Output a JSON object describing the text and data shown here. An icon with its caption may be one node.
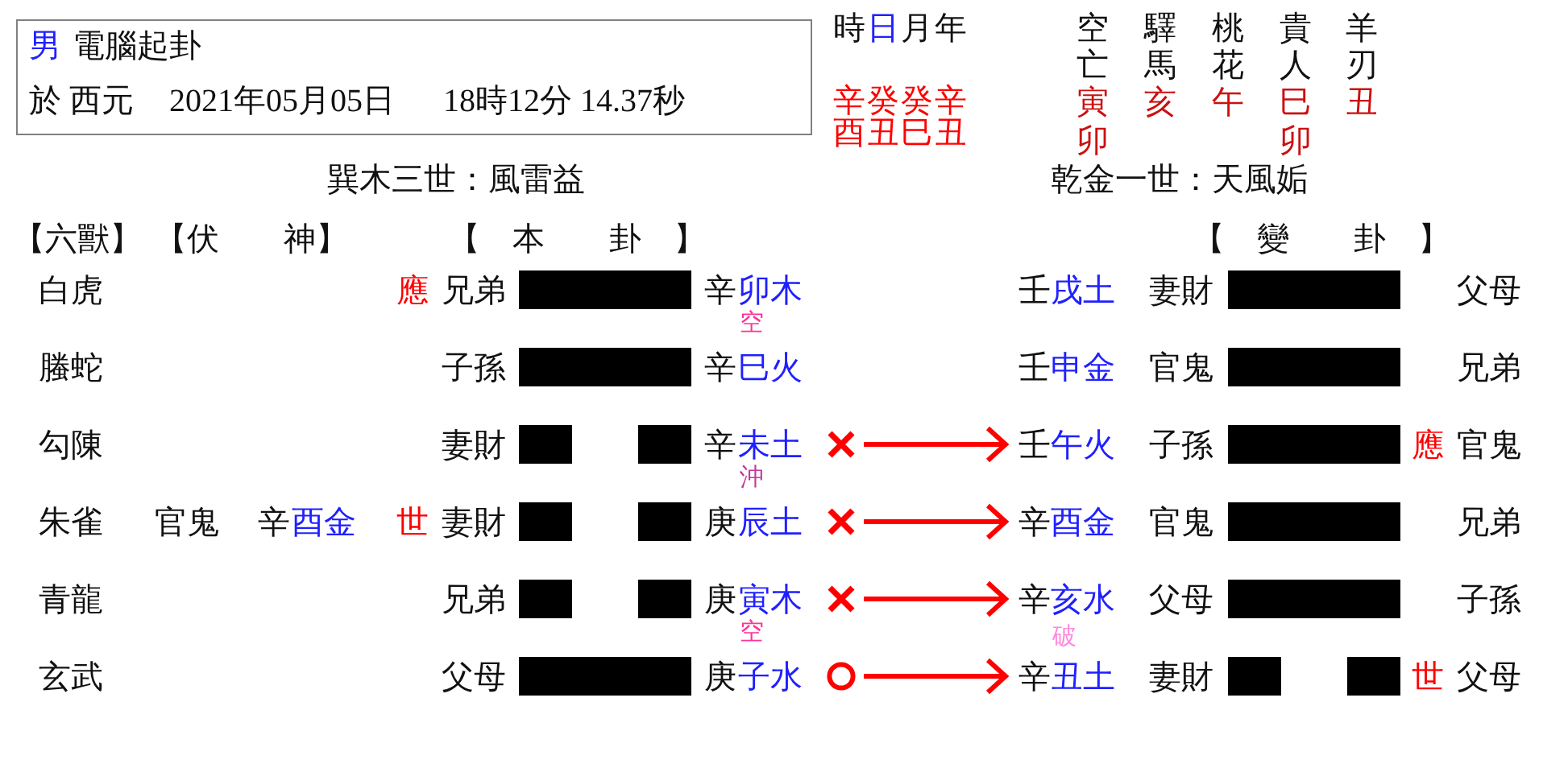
{
  "diagram": {
    "nodes": [
      {
        "text": [
          "男",
          "電腦起卦",
          "於 西元",
          "2021年05月05日",
          "18時12分 14.37秒"
        ]
      },
      {
        "text": [],
        "shape": "cross"
      },
      {
        "text": [
          "壬",
          "午火"
        ]
      },
      {
        "text": [],
        "shape": "cross"
      },
      {
        "text": [
          "辛",
          "酉金"
        ]
      },
      {
        "text": [],
        "shape": "cross"
      },
      {
        "text": [
          "辛",
          "亥水"
        ],
        "beside": [
          "破"
        ]
      },
      {
        "text": [],
        "shape": "circle"
      },
      {
        "text": [
          "辛",
          "丑土"
        ]
      }
    ],
    "edges": [
      {
        "from": 1,
        "to": 2,
        "arrow": "to"
      },
      {
        "from": 3,
        "to": 4,
        "arrow": "to"
      },
      {
        "from": 5,
        "to": 6,
        "arrow": "to"
      },
      {
        "from": 7,
        "to": 8,
        "arrow": "to"
      }
    ],
    "labels": [
      "時",
      "日",
      "月",
      "年",
      "空亡",
      "驛馬",
      "桃花",
      "貴人",
      "羊刃",
      "辛",
      "癸",
      "癸",
      "辛",
      "寅",
      "亥",
      "午",
      "巳",
      "丑",
      "酉",
      "丑",
      "巳",
      "丑",
      "卯",
      "卯",
      "巽木三世：風雷益",
      "乾金一世：天風姤",
      "【六獸】",
      "【伏　　神】",
      "【　本　　卦　】",
      "【　變　　卦　】",
      "白虎",
      "應",
      "兄弟",
      "辛",
      "卯木",
      "空",
      "壬",
      "戌土",
      "妻財",
      "父母",
      "螣蛇",
      "子孫",
      "辛",
      "巳火",
      "壬",
      "申金",
      "官鬼",
      "兄弟",
      "勾陳",
      "妻財",
      "辛",
      "未土",
      "沖",
      "子孫",
      "應",
      "官鬼",
      "朱雀",
      "官鬼",
      "辛",
      "酉金",
      "世",
      "妻財",
      "庚",
      "辰土",
      "官鬼",
      "兄弟",
      "青龍",
      "兄弟",
      "庚",
      "寅木",
      "空",
      "父母",
      "子孫",
      "玄武",
      "父母",
      "庚",
      "子水",
      "妻財",
      "世",
      "父母"
    ]
  }
}
